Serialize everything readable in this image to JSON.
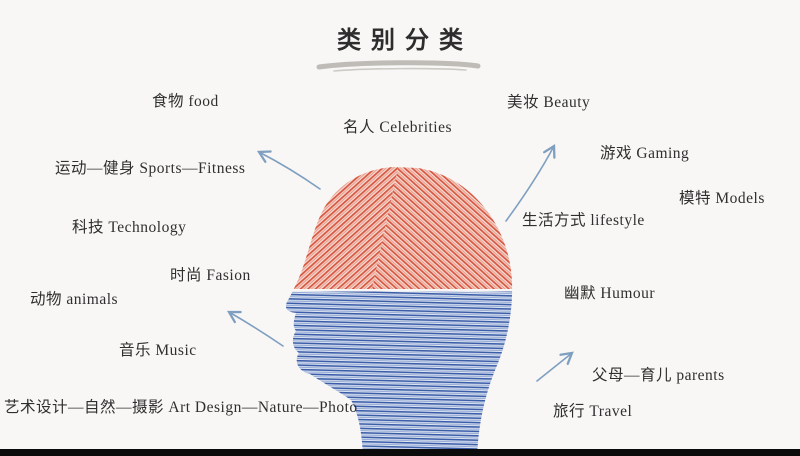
{
  "title": {
    "text": "类别分类"
  },
  "colors": {
    "background": "#f8f7f5",
    "head_red": "#d65741",
    "head_blue": "#3c5ea9",
    "arrow": "#7f9fc0",
    "underline": "#b8b5b0",
    "text": "#2f2f2f",
    "bottom_bar": "#0b0b0b"
  },
  "labels": [
    {
      "id": "food",
      "text": "食物 food"
    },
    {
      "id": "celebrities",
      "text": "名人 Celebrities"
    },
    {
      "id": "beauty",
      "text": "美妆 Beauty"
    },
    {
      "id": "gaming",
      "text": "游戏 Gaming"
    },
    {
      "id": "sports-fitness",
      "text": "运动—健身 Sports—Fitness"
    },
    {
      "id": "models",
      "text": "模特 Models"
    },
    {
      "id": "technology",
      "text": "科技 Technology"
    },
    {
      "id": "lifestyle",
      "text": "生活方式 lifestyle"
    },
    {
      "id": "fashion",
      "text": "时尚 Fasion"
    },
    {
      "id": "humour",
      "text": "幽默  Humour"
    },
    {
      "id": "animals",
      "text": "动物 animals"
    },
    {
      "id": "music",
      "text": "音乐 Music"
    },
    {
      "id": "parents",
      "text": "父母—育儿 parents"
    },
    {
      "id": "art-design-nature-photo",
      "text": "艺术设计—自然—摄影 Art Design—Nature—Photo"
    },
    {
      "id": "travel",
      "text": "旅行 Travel"
    }
  ],
  "icons": {
    "head": "head-profile-silhouette",
    "arrows": "hand-drawn-arrow"
  }
}
